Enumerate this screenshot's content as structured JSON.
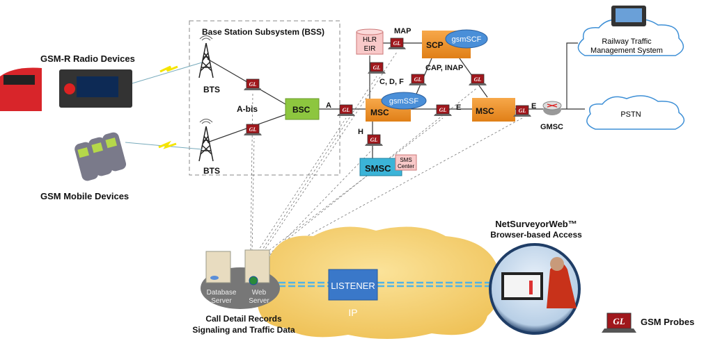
{
  "bss": {
    "title": "Base Station Subsystem (BSS)",
    "bts_top": "BTS",
    "bts_bottom": "BTS",
    "abis": "A-bis",
    "bsc": "BSC"
  },
  "core": {
    "a_label": "A",
    "hlr": "HLR",
    "eir": "EIR",
    "map": "MAP",
    "scp": "SCP",
    "gsmscf": "gsmSCF",
    "cap_inap": "CAP, INAP",
    "cdf": "C, D, F",
    "msc1": "MSC",
    "gsmssf": "gsmSSF",
    "msc2": "MSC",
    "e1": "E",
    "e2": "E",
    "gmsc": "GMSC",
    "h": "H",
    "smsc": "SMSC",
    "sms_center_1": "SMS",
    "sms_center_2": "Center"
  },
  "clouds": {
    "railway_1": "Railway Traffic",
    "railway_2": "Management System",
    "pstn": "PSTN",
    "ip": "IP",
    "listener": "LISTENER"
  },
  "devices": {
    "gsmr": "GSM-R Radio Devices",
    "gsm_mobile": "GSM Mobile Devices"
  },
  "servers": {
    "db_1": "Database",
    "db_2": "Server",
    "web_1": "Web",
    "web_2": "Server",
    "caption_1": "Call Detail Records",
    "caption_2": "Signaling and Traffic Data"
  },
  "netsurveyor": {
    "title": "NetSurveyorWeb™",
    "subtitle": "Browser-based Access"
  },
  "legend": {
    "probe_icon_text": "GL",
    "label": "GSM Probes"
  },
  "colors": {
    "orange": "#f0932b",
    "green": "#8dc63f",
    "probe": "#a0171c",
    "cloud_yellow": "#f5cf6e",
    "listener": "#3a78c9",
    "smsc": "#3bb4d8"
  }
}
